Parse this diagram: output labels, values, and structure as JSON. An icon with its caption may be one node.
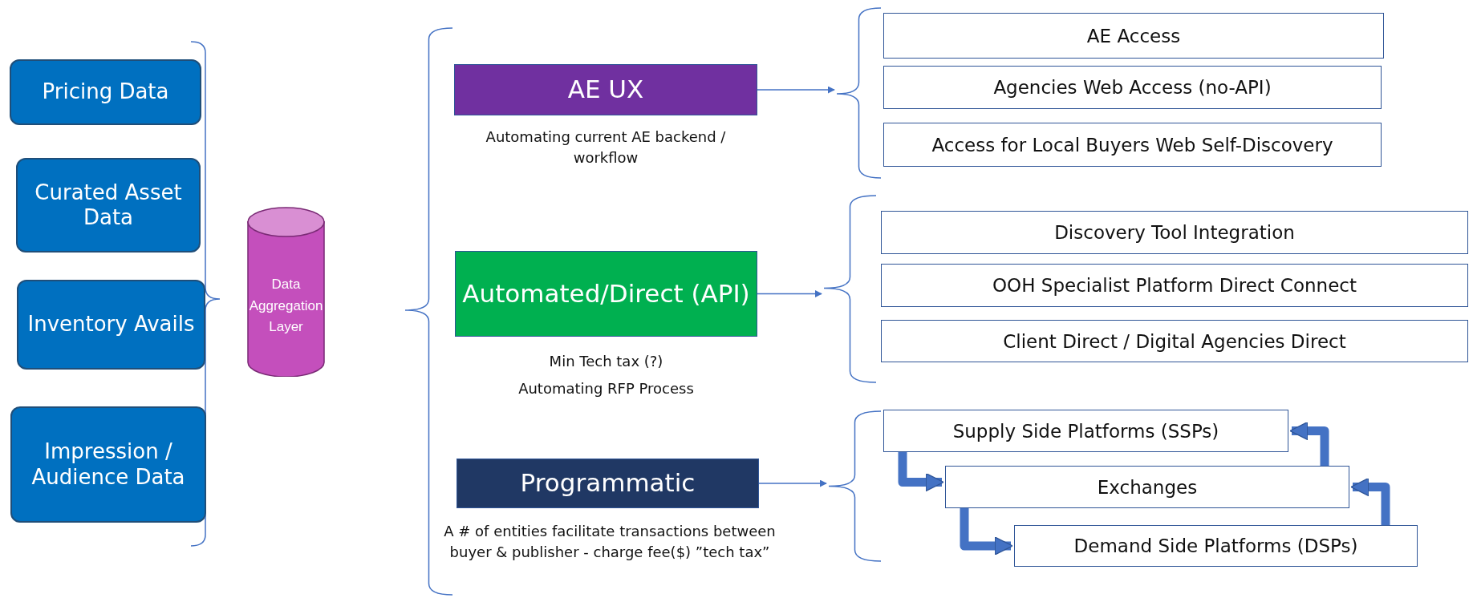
{
  "diagram": {
    "nodes": [
      {
        "text": [
          "Pricing Data"
        ]
      },
      {
        "text": [
          "Curated Asset Data"
        ]
      },
      {
        "text": [
          "Inventory Avails"
        ]
      },
      {
        "text": [
          "Impression / Audience Data"
        ]
      },
      {
        "text": [
          "Data Aggregation Layer"
        ]
      },
      {
        "text": [
          "AE UX"
        ],
        "beside": [
          "Automating current AE backend / workflow"
        ]
      },
      {
        "text": [
          "Automated/Direct (API)"
        ],
        "beside": [
          "Min Tech tax (?)",
          "Automating RFP Process"
        ]
      },
      {
        "text": [
          "Programmatic"
        ],
        "beside": [
          "A # of entities facilitate transactions between buyer & publisher - charge fee($) ”tech tax”"
        ]
      },
      {
        "text": [
          "AE Access"
        ]
      },
      {
        "text": [
          "Agencies Web Access (no-API)"
        ]
      },
      {
        "text": [
          "Access for Local Buyers Web Self-Discovery"
        ]
      },
      {
        "text": [
          "Discovery Tool Integration"
        ]
      },
      {
        "text": [
          "OOH Specialist Platform Direct Connect"
        ]
      },
      {
        "text": [
          "Client Direct / Digital Agencies Direct"
        ]
      },
      {
        "text": [
          "Supply Side Platforms (SSPs)"
        ]
      },
      {
        "text": [
          "Exchanges"
        ]
      },
      {
        "text": [
          "Demand Side Platforms (DSPs)"
        ]
      },
      {
        "text": [],
        "shape": "bracket"
      },
      {
        "text": [],
        "shape": "bracket"
      },
      {
        "text": [],
        "shape": "bracket"
      }
    ],
    "edges": [
      {
        "from": 5,
        "to": 17,
        "arrow": "to"
      },
      {
        "from": 6,
        "to": 18,
        "arrow": "to"
      },
      {
        "from": 7,
        "to": 19,
        "arrow": "to"
      },
      {
        "from": 14,
        "to": 15,
        "arrow": "to"
      },
      {
        "from": 15,
        "to": 16,
        "arrow": "to"
      },
      {
        "from": 16,
        "to": 15,
        "arrow": "to"
      },
      {
        "from": 15,
        "to": 14,
        "arrow": "to"
      }
    ]
  }
}
